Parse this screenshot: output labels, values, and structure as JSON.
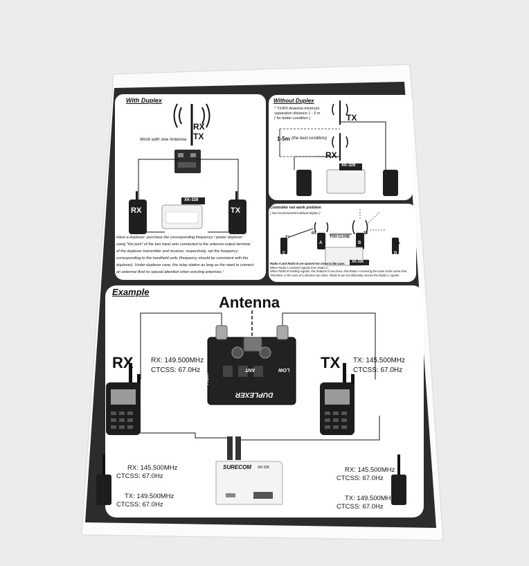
{
  "with_duplex": {
    "title": "With Duplex",
    "ant_rx": "RX",
    "ant_tx": "TX",
    "one_antenna": "Work with one Antenna",
    "radio_rx": "RX",
    "radio_tx": "TX",
    "controller_label": "XK-328",
    "para": [
      "Have a duplexer: purchase the corresponding frequency / power duplexer",
      "using \"the joint\" of the two hand sets connected to the antenna output terminal",
      "of the duplexer transmitter and receiver, respectively, set the frequency",
      "corresponding to the handheld units (frequency should be consistent with the",
      "duplexer). Under duplexer case, the relay station as long as the need to connect",
      "an antenna! And no special attention when erecting antennas !"
    ]
  },
  "without_duplex": {
    "title": "Without Duplex",
    "note1": "* TX/RX Antenna minimum",
    "note2": "separation distance 1 - 5 m",
    "note3": "( for better condition )",
    "ant_tx": "TX",
    "ant_rx": "RX",
    "distance": "1-5m",
    "distance_note": "(the best condition)",
    "controller_label": "XK-328"
  },
  "controller_problem": {
    "title": "Controller not work problem",
    "subtitle": "( Not recommended without duplex )",
    "label_tx_c": "TX",
    "label_rx_a": "RX",
    "label_tx_b": "TX",
    "label_rx_d": "RX",
    "radio_c": "C",
    "radio_a": "A",
    "radio_b": "B",
    "radio_d": "D",
    "too_close": "TOO CLOSE",
    "controller_label": "XK-328",
    "notes": [
      "Radio A and Radio B are spaced too close to the case:",
      "When Radio A received signals from Radio C,",
      "When Radio B sending signals, the distance is too close, that Radio A receiving the noise at the same time.",
      "Therefore, in the case of a distance too close, Radio B can not efficiently receive the Radio C signals."
    ]
  },
  "example": {
    "title": "Example",
    "antenna": "Antenna",
    "rx_big": "RX",
    "tx_big": "TX",
    "left_freq": "RX: 149.500MHz",
    "left_ctcss": "CTCSS: 67.0Hz",
    "right_freq": "TX: 145.500MHz",
    "right_ctcss": "CTCSS: 67.0Hz",
    "duplexer_high": "HIGH",
    "duplexer_ant": "ANT",
    "duplexer_low": "LOW",
    "duplexer_name": "DUPLEXER",
    "bl_rx": "RX: 145.500MHz",
    "bl_rx_ctcss": "CTCSS: 67.0Hz",
    "bl_tx": "TX: 149.500MHz",
    "bl_tx_ctcss": "CTCSS: 67.0Hz",
    "br_rx": "RX: 145.500MHz",
    "br_rx_ctcss": "CTCSS: 67.0Hz",
    "br_tx": "TX: 149.500MHz",
    "br_tx_ctcss": "CTCSS: 67.0Hz",
    "controller_brand": "SURECOM",
    "controller_model": "SR-328"
  }
}
